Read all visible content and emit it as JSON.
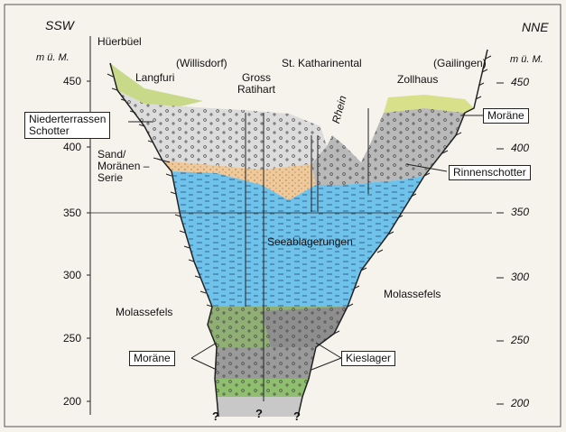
{
  "header": {
    "left_direction": "SSW",
    "right_direction": "NNE"
  },
  "axis": {
    "unit_left": "m ü. M.",
    "unit_right": "m ü. M.",
    "left_ticks": [
      "450",
      "400",
      "350",
      "300",
      "250",
      "200"
    ],
    "right_ticks": [
      "450",
      "400",
      "350",
      "300",
      "250",
      "200"
    ]
  },
  "places": {
    "hueerbuel": "Hüerbüel",
    "langfuri": "Langfuri",
    "willisdorf": "(Willisdorf)",
    "gross_ratihart": "Gross\nRatihart",
    "st_katharinental": "St. Katharinental",
    "zollhaus": "Zollhaus",
    "gailingen": "(Gailingen)",
    "rhein": "Rhein"
  },
  "layers": {
    "niederterrassen": "Niederterrassen\nSchotter",
    "sand_moraenen": "Sand/\nMoränen –\nSerie",
    "seeablagerungen": "Seeablagerungen",
    "molassefels_left": "Molassefels",
    "molassefels_right": "Molassefels",
    "moraene_top": "Moräne",
    "rinnenschotter": "Rinnenschotter",
    "moraene_bottom": "Moräne",
    "kieslager": "Kieslager"
  },
  "unknown_marks": [
    "?",
    "?",
    "?"
  ],
  "colors": {
    "background": "#f6f3ec",
    "gravel": "#dcdcdc",
    "gravel_dark": "#9a9a9a",
    "sand": "#f0c99a",
    "lake": "#6fc2ea",
    "moraine": "#8fbf6e",
    "yellow_green": "#d8e08a"
  }
}
